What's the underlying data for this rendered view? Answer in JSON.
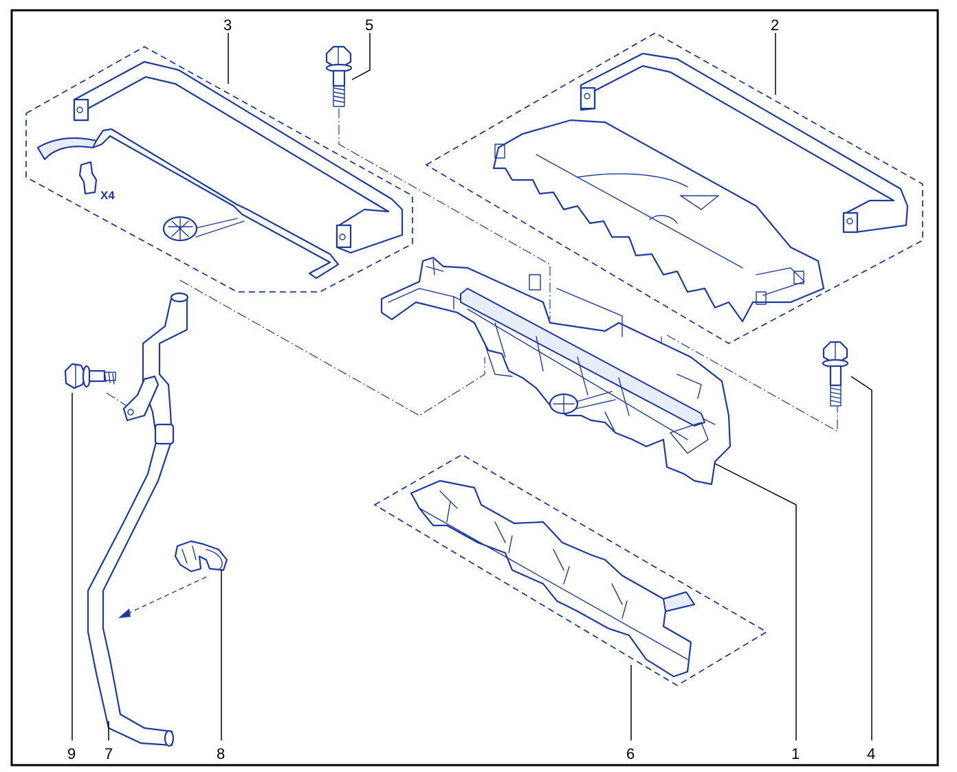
{
  "colors": {
    "ink": "#1c3aa0",
    "tint": "#e8edfa",
    "frame": "#000000",
    "background": "#ffffff"
  },
  "callouts": {
    "p1": "1",
    "p2": "2",
    "p3": "3",
    "p4": "4",
    "p5": "5",
    "p6": "6",
    "p7": "7",
    "p8": "8",
    "p9": "9"
  },
  "annotations": {
    "clip_quantity": "X4"
  }
}
